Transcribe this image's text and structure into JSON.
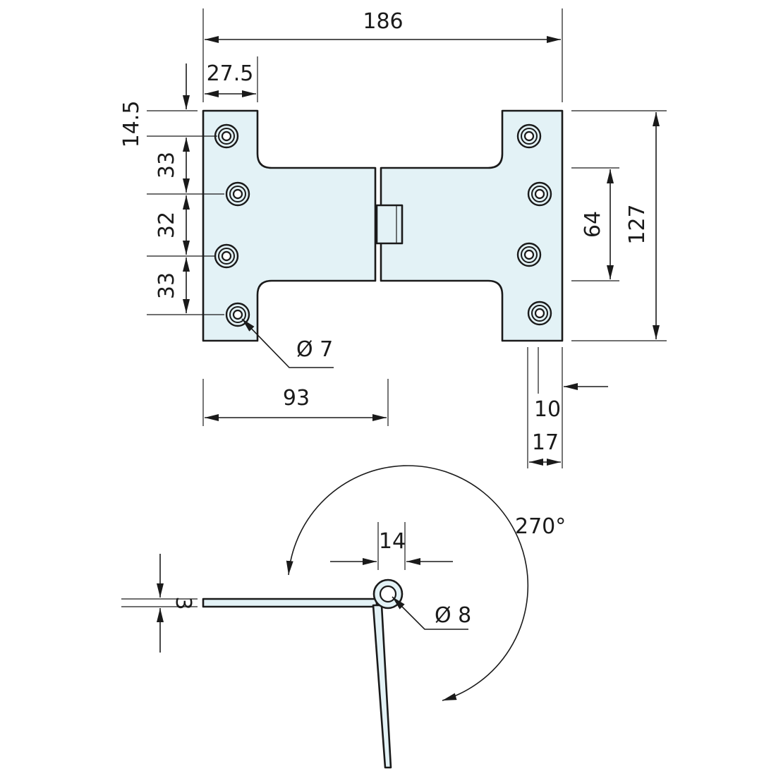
{
  "labels": {
    "overall_width": "186",
    "leaf_offset": "27.5",
    "top_margin": "14.5",
    "hole_pitch_top": "33",
    "hole_pitch_mid": "32",
    "hole_pitch_bottom": "33",
    "hole_diameter": "Ø 7",
    "leaf_width": "93",
    "knuckle_height": "64",
    "overall_height": "127",
    "edge_offset": "10",
    "flange_width": "17",
    "rotation": "270°",
    "knuckle_width": "14",
    "pin_diameter": "Ø 8",
    "thickness": "3"
  },
  "colors": {
    "part_fill": "#e3f2f6",
    "line": "#1a1a1a"
  }
}
